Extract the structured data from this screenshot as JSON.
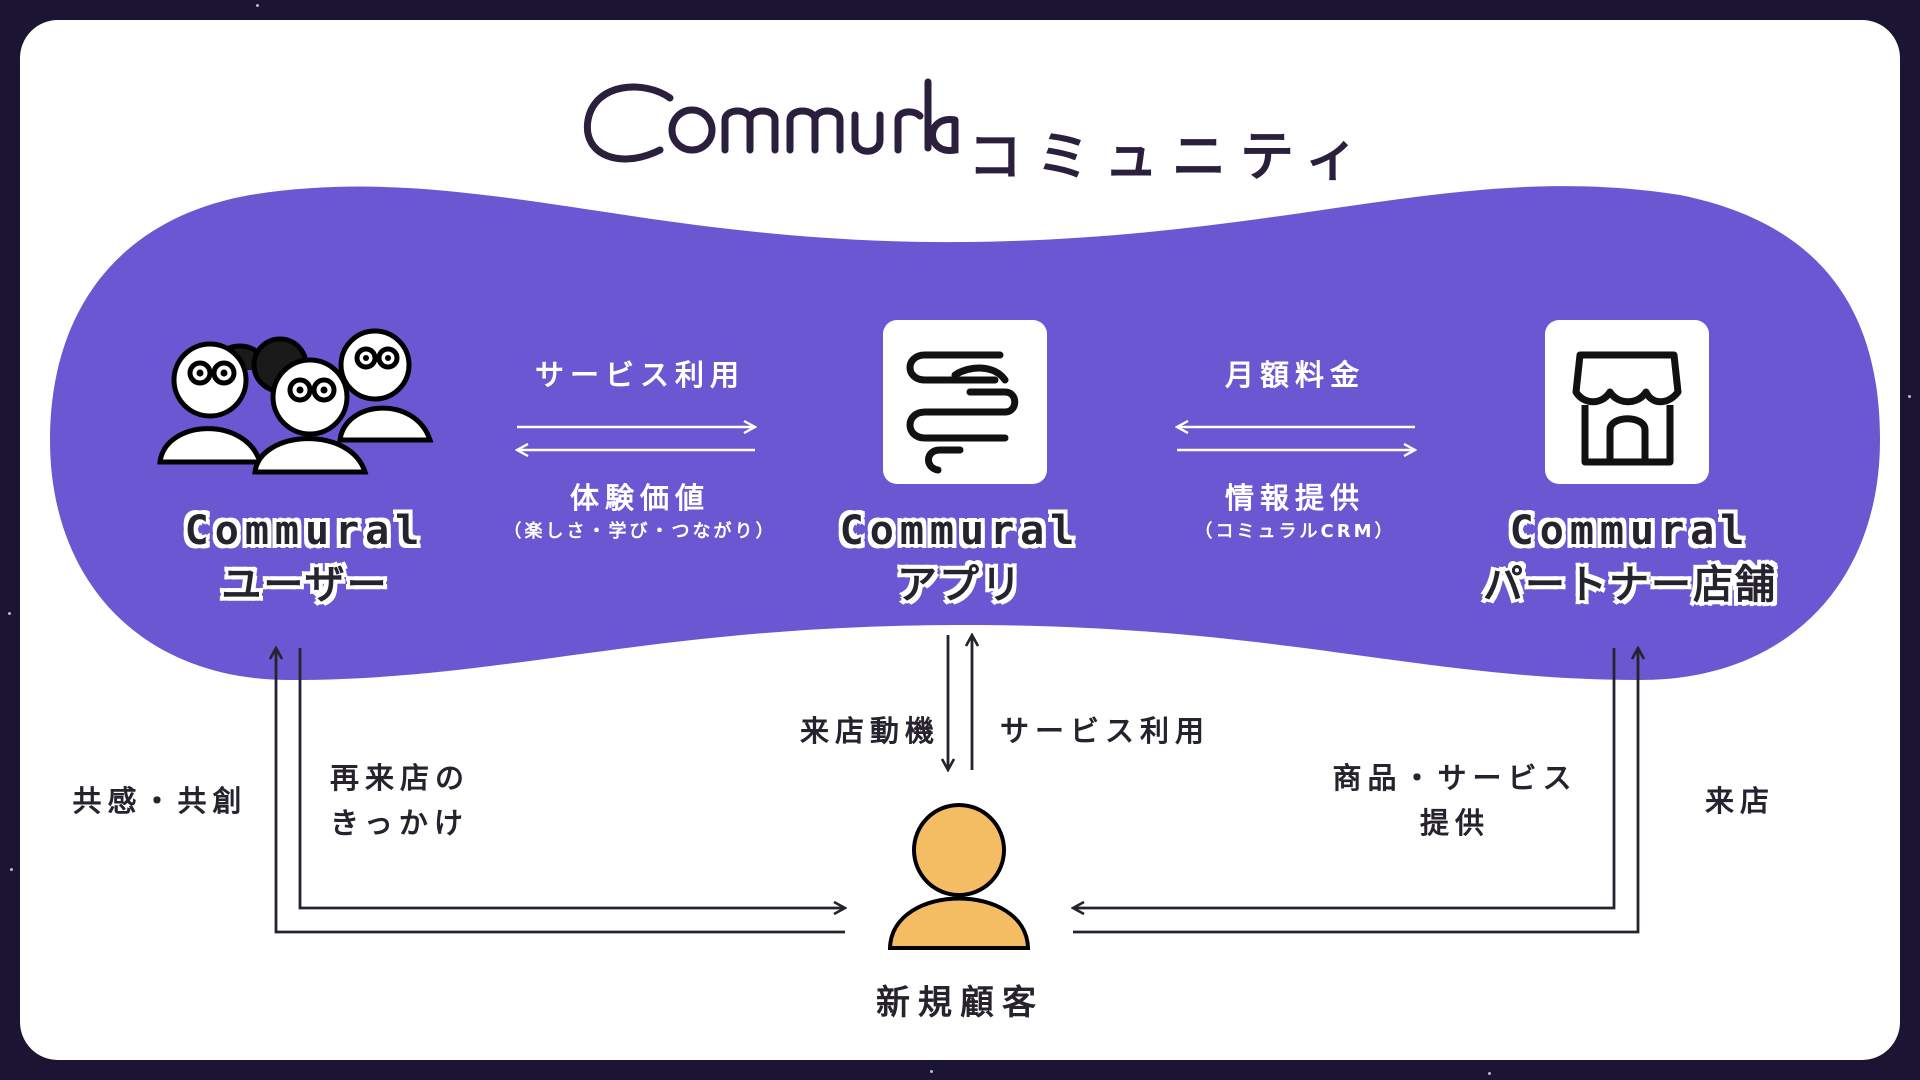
{
  "header": {
    "logo_text": "Commural",
    "title_suffix": "コミュニティ"
  },
  "nodes": {
    "users": {
      "line1": "Commural",
      "line2": "ユーザー"
    },
    "app": {
      "line1": "Commural",
      "line2": "アプリ"
    },
    "partner": {
      "line1": "Commural",
      "line2": "パートナー店舗"
    },
    "customer": {
      "label": "新規顧客"
    }
  },
  "flows": {
    "users_app_top": "サービス利用",
    "users_app_bottom": "体験価値",
    "users_app_bottom_sub": "（楽しさ・学び・つながり）",
    "app_partner_top": "月額料金",
    "app_partner_bottom": "情報提供",
    "app_partner_bottom_sub": "（コミュラルCRM）",
    "app_customer_left": "来店動機",
    "app_customer_right": "サービス利用",
    "users_customer_outer": "共感・共創",
    "users_customer_inner_1": "再来店の",
    "users_customer_inner_2": "きっかけ",
    "partner_customer_inner_1": "商品・サービス",
    "partner_customer_inner_2": "提供",
    "partner_customer_outer": "来店"
  },
  "colors": {
    "blob": "#6b57d2",
    "customer": "#f5bd63",
    "ink": "#26222e",
    "background": "#1b1533"
  },
  "icons": {
    "users": "users-group-icon",
    "app": "commural-app-icon",
    "partner": "storefront-icon",
    "customer": "person-icon"
  }
}
